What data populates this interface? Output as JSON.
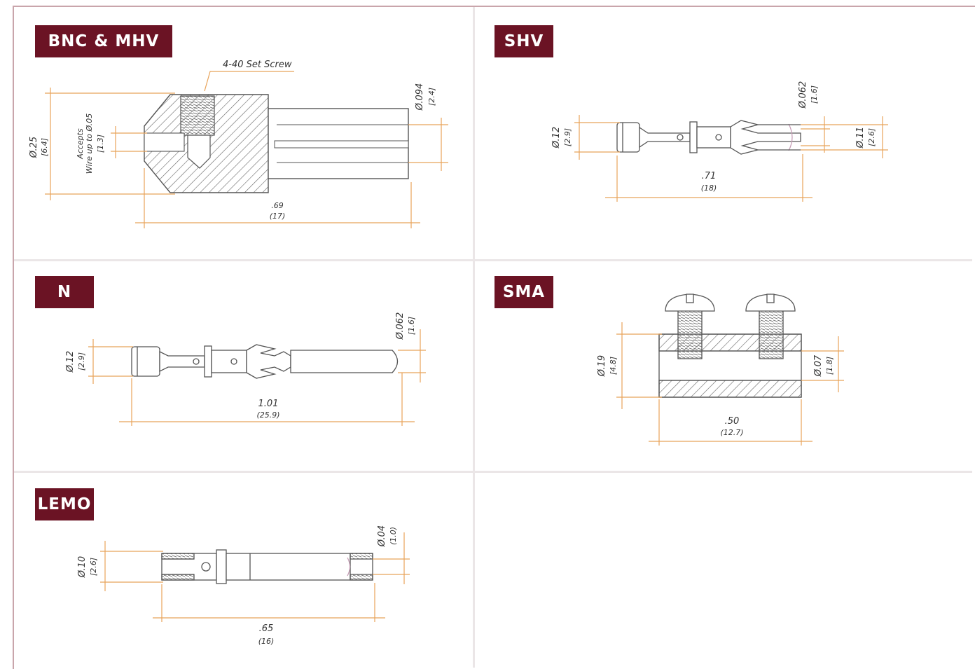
{
  "panels": {
    "bnc": {
      "title": "BNC & MHV",
      "callout": "4-40 Set Screw",
      "dia_outer": "Ø.25",
      "dia_outer_mm": "[6.4]",
      "accepts_1": "Accepts",
      "accepts_2": "Wire up to Ø.05",
      "accepts_mm": "[1.3]",
      "dia_pin": "Ø.094",
      "dia_pin_mm": "[2.4]",
      "length": ".69",
      "length_mm": "(17)"
    },
    "shv": {
      "title": "SHV",
      "dia_body": "Ø.12",
      "dia_body_mm": "[2.9]",
      "dia_tip": "Ø.062",
      "dia_tip_mm": "[1.6]",
      "dia_finger": "Ø.11",
      "dia_finger_mm": "[2.6]",
      "length": ".71",
      "length_mm": "(18)"
    },
    "n": {
      "title": "N",
      "dia_body": "Ø.12",
      "dia_body_mm": "[2.9]",
      "dia_tip": "Ø.062",
      "dia_tip_mm": "[1.6]",
      "length": "1.01",
      "length_mm": "(25.9)"
    },
    "sma": {
      "title": "SMA",
      "dia_body": "Ø.19",
      "dia_body_mm": "[4.8]",
      "dia_bore": "Ø.07",
      "dia_bore_mm": "[1.8]",
      "length": ".50",
      "length_mm": "(12.7)"
    },
    "lemo": {
      "title": "LEMO",
      "dia_body": "Ø.10",
      "dia_body_mm": "[2.6]",
      "dia_tip": "Ø.04",
      "dia_tip_mm": "(1.0)",
      "length": ".65",
      "length_mm": "(16)"
    }
  },
  "colors": {
    "label_bg": "#6b1324",
    "dimension_line": "#e8a35a",
    "outline": "#555555",
    "frame": "#c9a5ab"
  }
}
